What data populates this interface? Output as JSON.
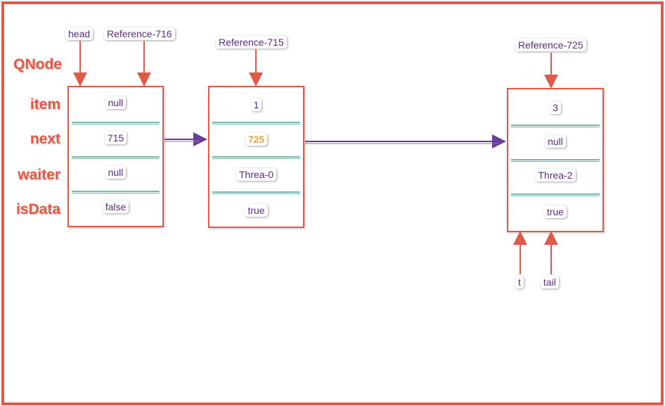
{
  "row_labels": [
    "QNode",
    "item",
    "next",
    "waiter",
    "isData"
  ],
  "pointers": {
    "head": "head",
    "ref_716": "Reference-716",
    "ref_715": "Reference-715",
    "ref_725": "Reference-725",
    "t": "t",
    "tail": "tail"
  },
  "nodes": [
    {
      "fields": [
        "null",
        "715",
        "null",
        "false"
      ]
    },
    {
      "fields": [
        "1",
        "725",
        "Threa-0",
        "true"
      ]
    },
    {
      "fields": [
        "3",
        "null",
        "Threa-2",
        "true"
      ]
    }
  ],
  "colors": {
    "frame": "#e05a4b",
    "label": "#e8553f",
    "text": "#5a2d82",
    "highlight": "#e0a63a",
    "separator": "#78b8ae",
    "pointer_arrow": "#e05a4b",
    "link_arrow": "#6a3d9a"
  }
}
